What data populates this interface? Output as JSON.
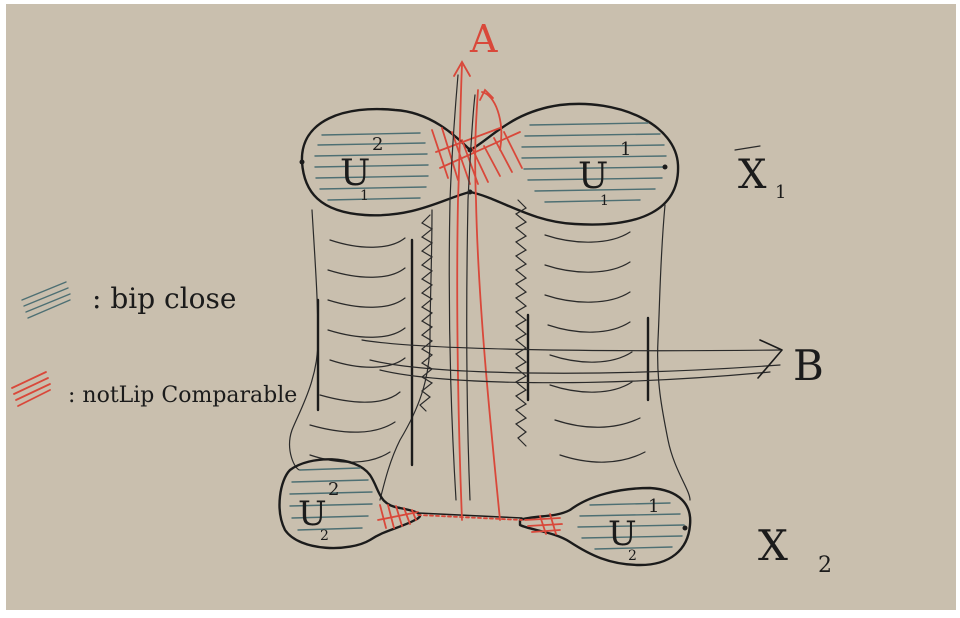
{
  "labels": {
    "A": "A",
    "B": "B",
    "X1_main": "X",
    "X1_sub": "1",
    "X2_main": "X",
    "X2_sub": "2",
    "U1_2_main": "U",
    "U1_2_sup": "2",
    "U1_2_sub": "1",
    "U1_1_main": "U",
    "U1_1_sup": "1",
    "U1_1_sub": "1",
    "U2_2_main": "U",
    "U2_2_sup": "2",
    "U2_2_sub": "2",
    "U2_1_main": "U",
    "U2_1_sup": "1",
    "U2_1_sub": "2"
  },
  "legend": {
    "blue_text": ": bip close",
    "red_text": ": notLip Comparable"
  },
  "colors": {
    "paper": "#c9bfae",
    "ink": "#1b1b1b",
    "red": "#d9483a",
    "blue": "#4d6f73"
  }
}
